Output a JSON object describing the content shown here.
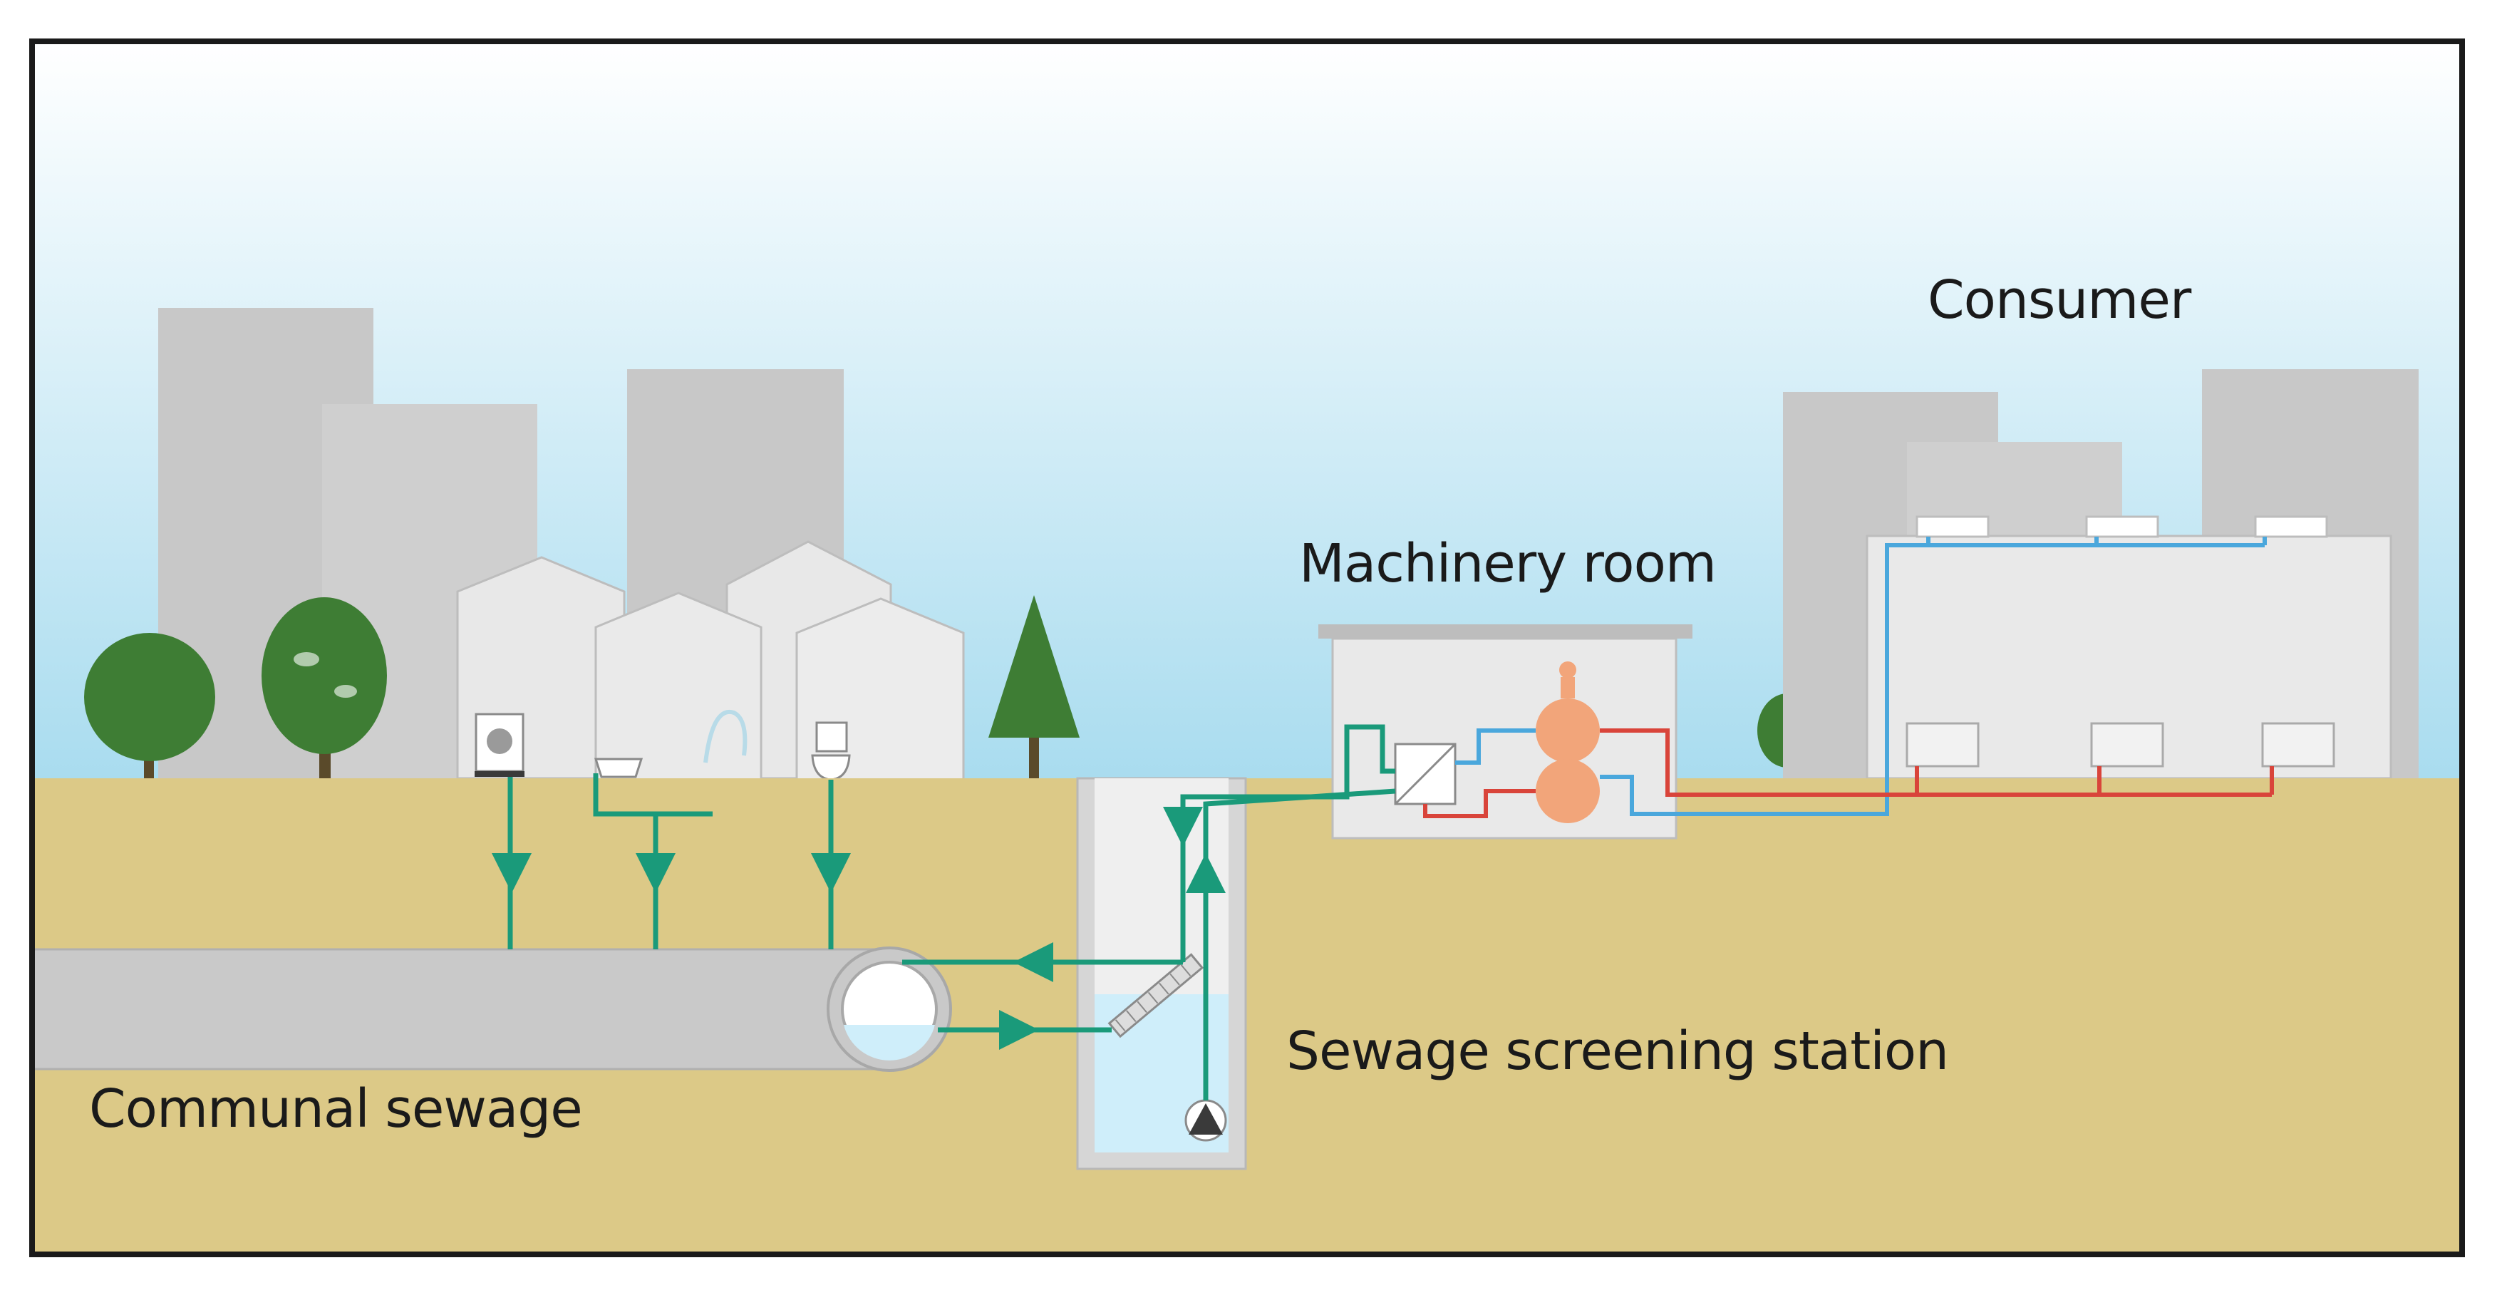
{
  "labels": {
    "consumer": "Consumer",
    "machinery_room": "Machinery room",
    "sewage_screening_station": "Sewage screening station",
    "communal_sewage": "Communal sewage"
  },
  "colors": {
    "sky_top": "#ffffff",
    "sky_bottom": "#a9dcef",
    "ground": "#dcc987",
    "building_gray": "#c8c8c8",
    "house_light": "#e8e8e8",
    "tree_green": "#3e7d34",
    "sewage_pipe": "#1a9a7a",
    "heat_supply_red": "#d9443a",
    "heat_return_blue": "#4aa7dc",
    "heat_pump_orange": "#f2a57a",
    "water_blue": "#cfeefa",
    "frame": "#1a1a1a"
  }
}
